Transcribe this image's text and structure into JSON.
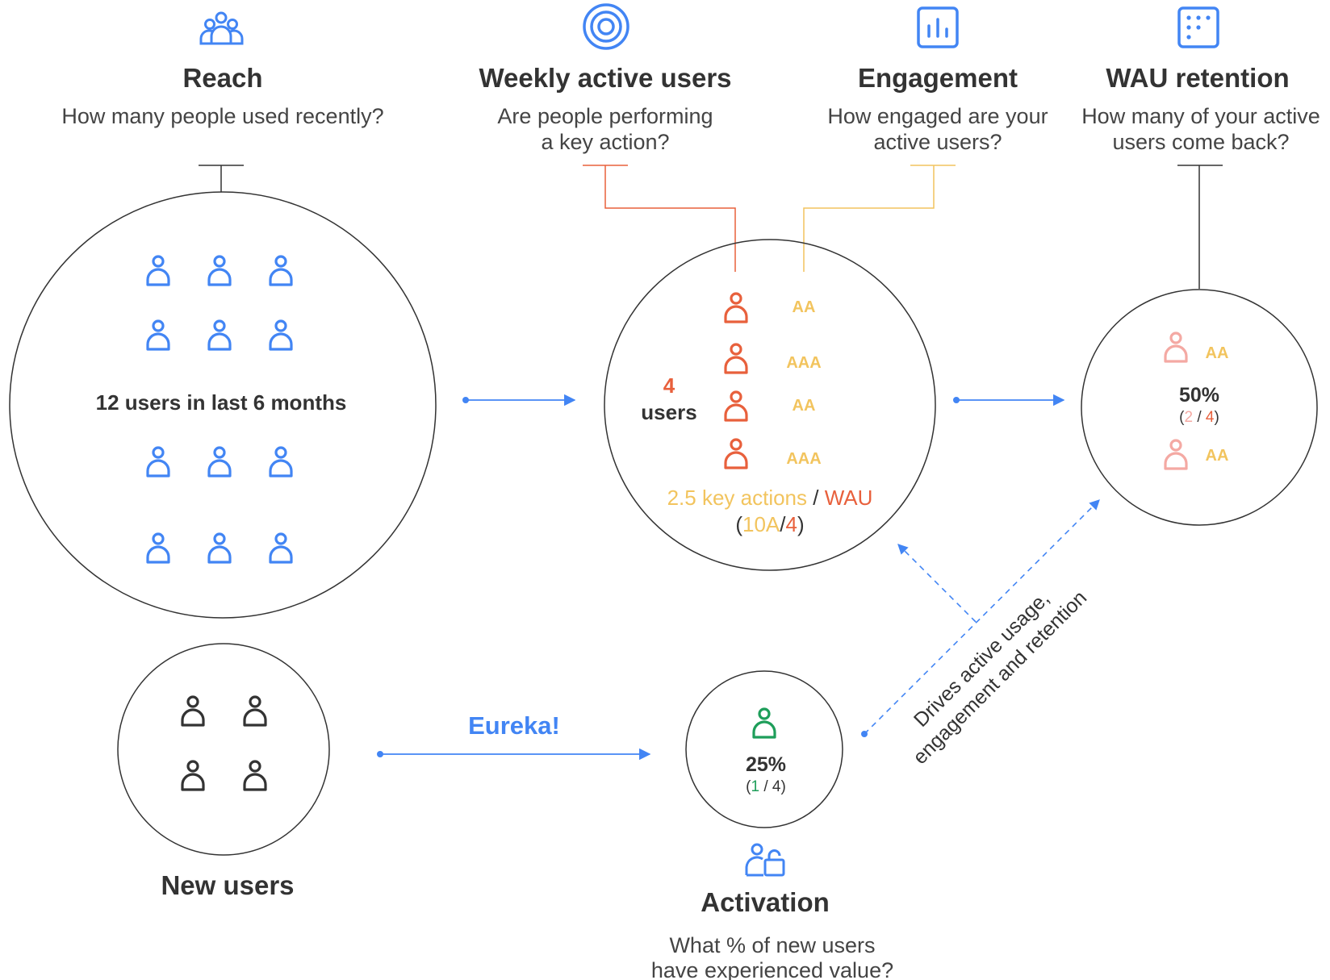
{
  "colors": {
    "blue": "#4285F4",
    "red": "#E8603C",
    "yellow": "#F2C45E",
    "pink": "#F4A9A3",
    "green": "#1E9E5A",
    "dark": "#333333"
  },
  "reach": {
    "icon": "group-icon",
    "title": "Reach",
    "subtitle": "How many people used recently?",
    "center_label": "12 users in last 6 months",
    "user_icon_count": 12
  },
  "wau": {
    "icon": "target-icon",
    "title": "Weekly active users",
    "subtitle_line1": "Are people performing",
    "subtitle_line2": "a key action?",
    "count": "4",
    "count_label": "users",
    "action_labels": [
      "AA",
      "AAA",
      "AA",
      "AAA"
    ],
    "metric_value": "2.5 key actions",
    "metric_sep": "/",
    "metric_unit": "WAU",
    "formula_open": "(",
    "formula_actions": "10A",
    "formula_sep": "/",
    "formula_users": "4",
    "formula_close": ")"
  },
  "engagement": {
    "icon": "bar-chart-icon",
    "title": "Engagement",
    "subtitle_line1": "How engaged are your",
    "subtitle_line2": "active users?"
  },
  "retention": {
    "icon": "dice-grid-icon",
    "title": "WAU retention",
    "subtitle_line1": "How many of your active",
    "subtitle_line2": "users come back?",
    "action_labels": [
      "AA",
      "AA"
    ],
    "percent": "50%",
    "fraction_open": "(",
    "fraction_num": "2",
    "fraction_sep": "/",
    "fraction_den": "4",
    "fraction_close": ")"
  },
  "new_users": {
    "title": "New users",
    "user_icon_count": 4
  },
  "eureka_label": "Eureka!",
  "activation": {
    "icon": "user-lock-icon",
    "title": "Activation",
    "subtitle_line1": "What % of new users",
    "subtitle_line2": "have experienced value?",
    "percent": "25%",
    "fraction_open": "(",
    "fraction_num": "1",
    "fraction_sep": "/",
    "fraction_den": "4",
    "fraction_close": ")"
  },
  "drives_label_line1": "Drives active usage,",
  "drives_label_line2": "engagement and retention"
}
